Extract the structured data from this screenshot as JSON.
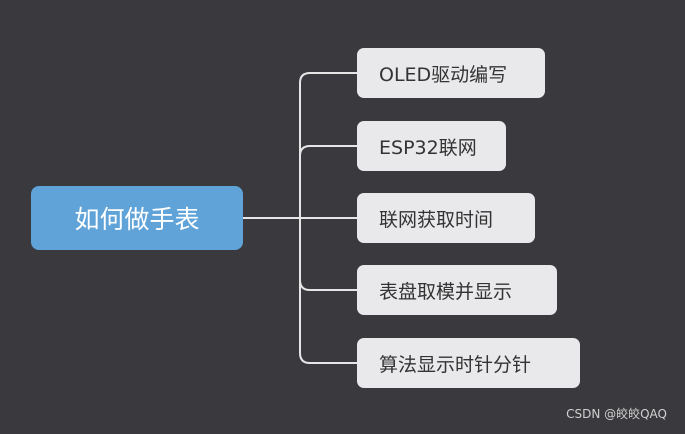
{
  "mindmap": {
    "root": {
      "label": "如何做手表"
    },
    "children": [
      {
        "label": "OLED驱动编写"
      },
      {
        "label": "ESP32联网"
      },
      {
        "label": "联网获取时间"
      },
      {
        "label": "表盘取模并显示"
      },
      {
        "label": "算法显示时针分针"
      }
    ]
  },
  "watermark": "CSDN @皎皎QAQ",
  "colors": {
    "background": "#3a3a3e",
    "root_fill": "#5fa3d8",
    "child_fill": "#e9e9eb",
    "connector": "#e6e6e6"
  }
}
